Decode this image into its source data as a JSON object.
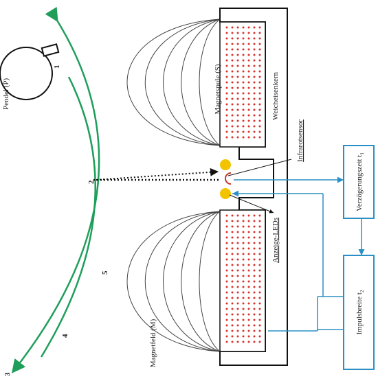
{
  "labels": {
    "pendel": "Pendel (P)",
    "magnetspule": "Magnetspule (S)",
    "weicheisenkern": "Weicheisenkern",
    "infrarotsensor": "Infrarotsensor",
    "anzeige_leds": "Anzeige-LEDs",
    "magnetfeld": "Magnetfeld (M)",
    "verzoegerungszeit": "Verzögerungszeit t",
    "verzoegerungszeit_sub": "1",
    "impulsbreite": "Impulsbreite t",
    "impulsbreite_sub": "2"
  },
  "positions": {
    "p1": "1",
    "p2": "2",
    "p3": "3",
    "p4": "4",
    "p5": "5"
  },
  "colors": {
    "arc": "#1f9e5a",
    "signal": "#2a8fc4",
    "coil_dot": "#d9342b",
    "led": "#f2c400",
    "stroke": "#111111"
  }
}
